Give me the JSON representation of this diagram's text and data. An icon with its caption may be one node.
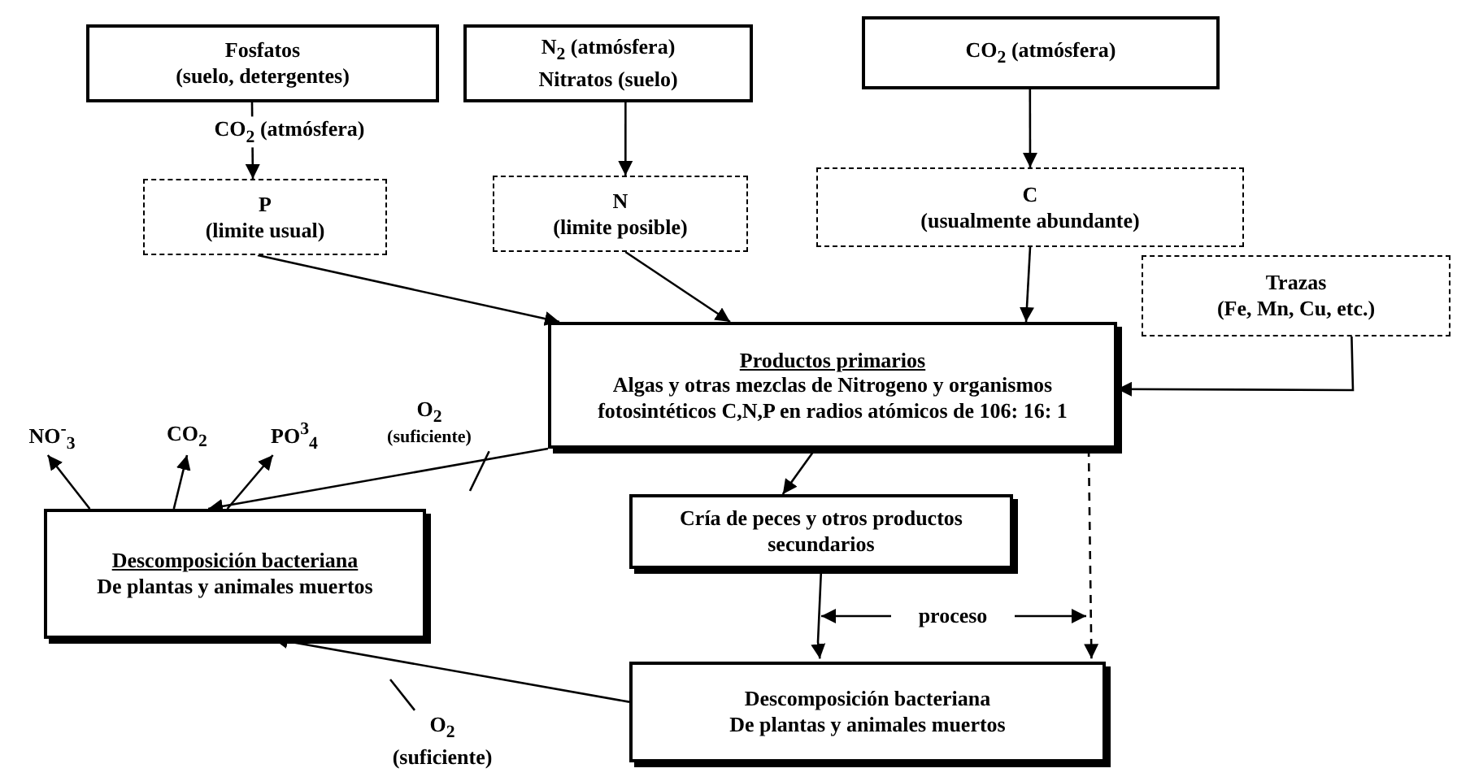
{
  "diagram": {
    "nodes": [
      {
        "text": [
          "Fosfatos",
          "(suelo, detergentes)"
        ]
      },
      {
        "text": [
          "N$_{2}$ (atmósfera)",
          "Nitratos (suelo)"
        ]
      },
      {
        "text": [
          "CO$_{2}$ (atmósfera)"
        ]
      },
      {
        "text": [
          "P",
          "(limite usual)"
        ]
      },
      {
        "text": [
          "N",
          "(limite posible)"
        ]
      },
      {
        "text": [
          "C",
          "(usualmente abundante)"
        ]
      },
      {
        "text": [
          "Trazas",
          "(Fe, Mn, Cu, etc.)"
        ]
      },
      {
        "text": [
          "Productos primarios",
          "Algas y otras mezclas de Nitrogeno y organismos fotosintéticos C,N,P en radios atómicos de 106: 16: 1"
        ]
      },
      {
        "text": [
          "Descomposición bacteriana",
          "De plantas y animales muertos"
        ]
      },
      {
        "text": [
          "Cría de peces y otros productos secundarios"
        ]
      },
      {
        "text": [
          "Descomposición bacteriana",
          "De plantas y animales muertos"
        ]
      },
      {
        "text": [
          "NO$^{-}$$_{3}$"
        ]
      },
      {
        "text": [
          "CO$_{2}$"
        ]
      },
      {
        "text": [
          "PO$^{3}$$_{4}$"
        ]
      },
      {
        "text": [
          "O$_{2}$",
          "(suficiente)"
        ]
      },
      {
        "text": [
          "O$_{2}$",
          "(suficiente)"
        ]
      },
      {
        "text": [
          "proceso"
        ]
      }
    ],
    "edges": [
      {
        "from": 0,
        "to": 3,
        "arrow": "to",
        "label": "CO$_{2}$ (atmósfera)"
      },
      {
        "from": 1,
        "to": 4,
        "arrow": "to"
      },
      {
        "from": 2,
        "to": 5,
        "arrow": "to"
      },
      {
        "from": 3,
        "to": 7,
        "arrow": "to"
      },
      {
        "from": 4,
        "to": 7,
        "arrow": "to"
      },
      {
        "from": 5,
        "to": 7,
        "arrow": "to"
      },
      {
        "from": 6,
        "to": 7,
        "arrow": "to"
      },
      {
        "from": 7,
        "to": 8,
        "arrow": "to"
      },
      {
        "from": 8,
        "to": 11,
        "arrow": "to"
      },
      {
        "from": 8,
        "to": 12,
        "arrow": "to"
      },
      {
        "from": 8,
        "to": 13,
        "arrow": "to"
      },
      {
        "from": 7,
        "to": 9,
        "arrow": "to"
      },
      {
        "from": 9,
        "to": 10,
        "arrow": "to"
      },
      {
        "from": 7,
        "to": 10,
        "arrow": "to",
        "style": "dashed"
      },
      {
        "from": 16,
        "to": null,
        "arrow": "to"
      },
      {
        "from": 16,
        "to": null,
        "arrow": "to"
      },
      {
        "from": 10,
        "to": 8,
        "arrow": "to"
      },
      {
        "from": 14,
        "to": null,
        "arrow": "none"
      },
      {
        "from": 15,
        "to": null,
        "arrow": "none"
      }
    ]
  }
}
